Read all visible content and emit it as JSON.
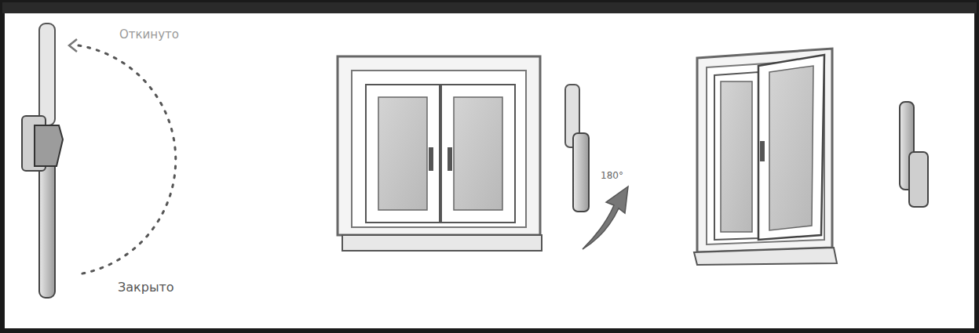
{
  "diagram": {
    "labels": [
      "Откинуто",
      "Закрыто",
      "180°"
    ]
  }
}
